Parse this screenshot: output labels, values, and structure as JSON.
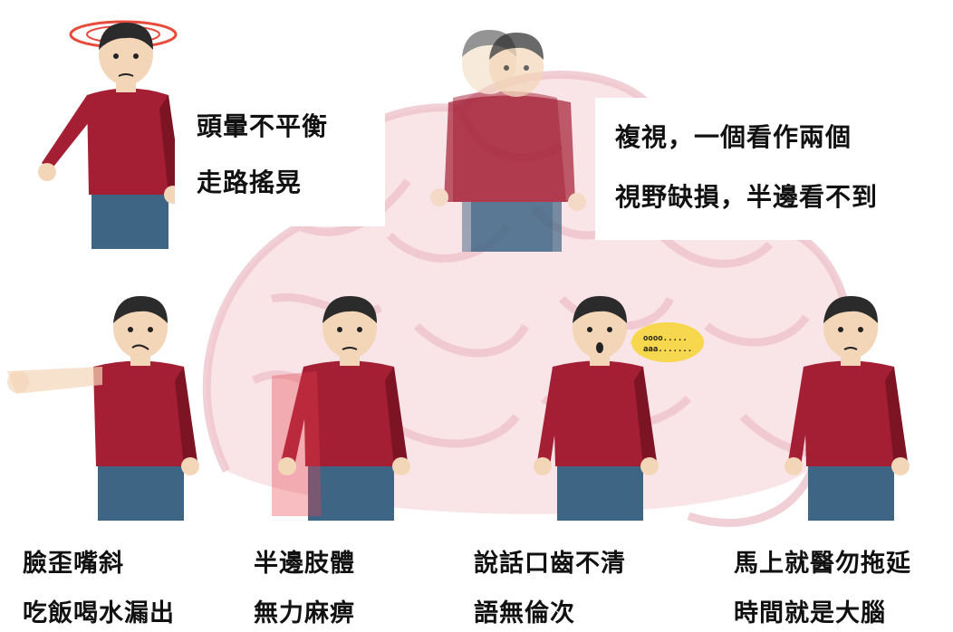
{
  "colors": {
    "shirt": "#a41e34",
    "shirt_shadow": "#7d1424",
    "skin": "#f3d6b8",
    "hair": "#2b2b2b",
    "pants": "#3f6585",
    "brain": "#f1c4cd",
    "numbness": "#e8414d",
    "bubble": "#f6d74d"
  },
  "symptoms": {
    "balance": {
      "line1": "頭暈不平衡",
      "line2": "走路搖晃",
      "icon": "dizzy-rings-icon"
    },
    "vision": {
      "line1": "複視，一個看作兩個",
      "line2": "視野缺損，半邊看不到",
      "icon": "double-vision-icon"
    },
    "face": {
      "line1": "臉歪嘴斜",
      "line2": "吃飯喝水漏出"
    },
    "arm": {
      "line1": "半邊肢體",
      "line2": "無力麻痹"
    },
    "speech": {
      "line1": "說話口齒不清",
      "line2": "語無倫次",
      "bubble_line1": "oooo.....",
      "bubble_line2": "aaa......."
    },
    "time": {
      "line1": "馬上就醫勿拖延",
      "line2": "時間就是大腦"
    }
  }
}
